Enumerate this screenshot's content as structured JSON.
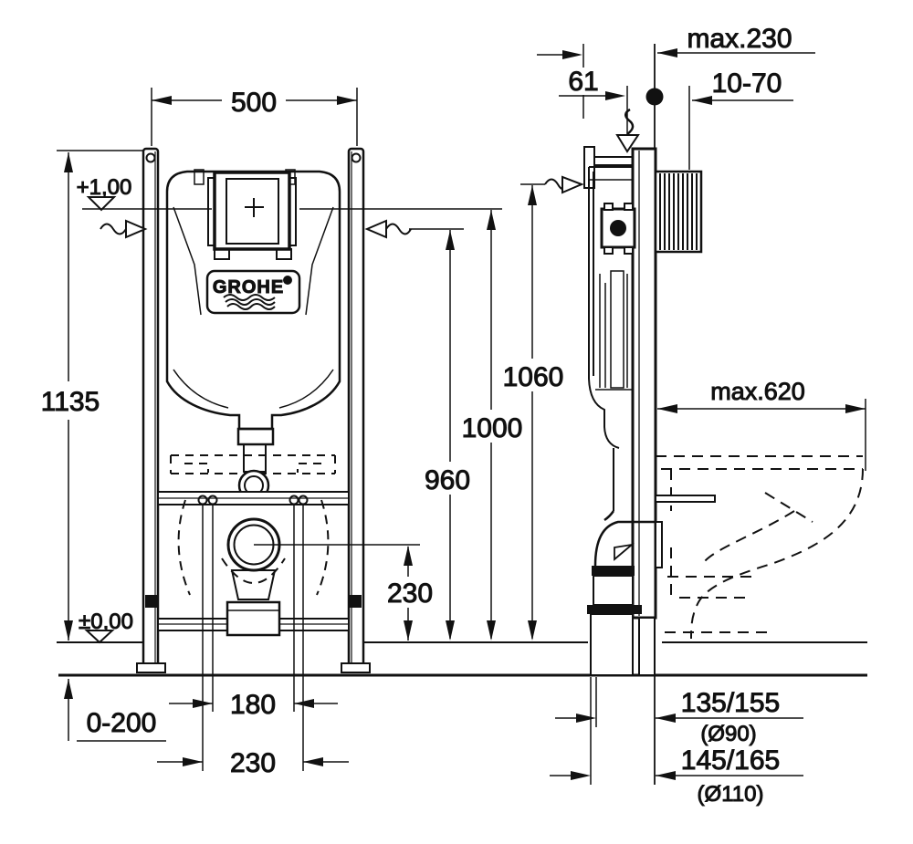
{
  "brand": {
    "logo_text": "GROHE"
  },
  "diagram": {
    "type": "installation-drawing",
    "views": [
      "front-view",
      "side-view"
    ],
    "front_view": {
      "frame_width": "500",
      "frame_height": "1135",
      "upper_level_mark": "+1,00",
      "floor_level_mark": "±0,00",
      "foot_adjustment": "0-200",
      "bolt_spacing": "180",
      "fixing_spacing": "230",
      "outlet_height": "230"
    },
    "side_view": {
      "top_offset": "61",
      "max_wall_distance": "max.230",
      "wall_adjustment": "10-70",
      "flush_bend_height": "960",
      "level_height": "1000",
      "frame_top_height": "1060",
      "max_bowl_depth": "max.620",
      "outlet_option_1": {
        "distance": "135/155",
        "pipe": "(Ø90)"
      },
      "outlet_option_2": {
        "distance": "145/165",
        "pipe": "(Ø110)"
      }
    },
    "colors": {
      "line": "#111111",
      "background": "#ffffff"
    }
  }
}
